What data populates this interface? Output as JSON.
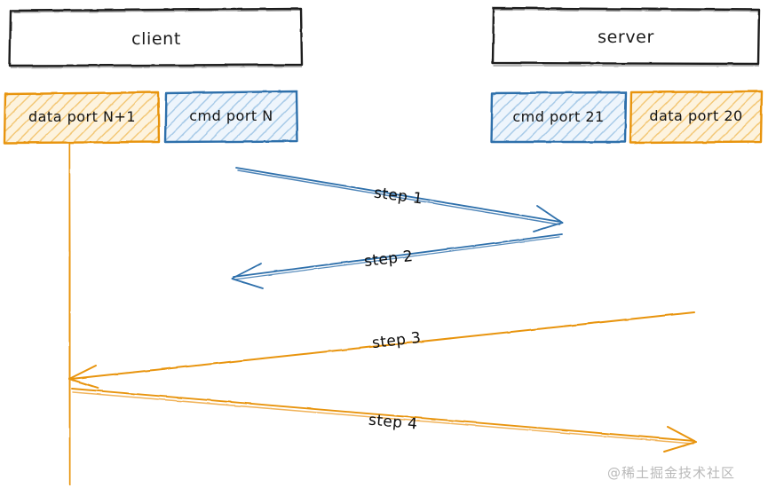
{
  "diagram": {
    "title_style": "hand-drawn sequence diagram",
    "colors": {
      "blue_stroke": "#2f6fab",
      "blue_fill": "#dce9f5",
      "orange_stroke": "#e8940f",
      "orange_fill": "#fdeecb",
      "black_stroke": "#1f1f1f",
      "text": "#111111",
      "watermark": "#bcbcbc",
      "background": "#ffffff"
    }
  },
  "headers": [
    {
      "id": "client",
      "label": "client"
    },
    {
      "id": "server",
      "label": "server"
    }
  ],
  "lifelines": [
    {
      "id": "client-data-port",
      "label": "data port N+1",
      "color": "orange",
      "side": "client"
    },
    {
      "id": "client-cmd-port",
      "label": "cmd port N",
      "color": "blue",
      "side": "client"
    },
    {
      "id": "server-cmd-port",
      "label": "cmd port 21",
      "color": "blue",
      "side": "server"
    },
    {
      "id": "server-data-port",
      "label": "data port 20",
      "color": "orange",
      "side": "server"
    }
  ],
  "messages": [
    {
      "id": "step-1",
      "label": "step 1",
      "from": "client-cmd-port",
      "to": "server-cmd-port",
      "direction": "right",
      "color": "blue"
    },
    {
      "id": "step-2",
      "label": "step 2",
      "from": "server-cmd-port",
      "to": "client-cmd-port",
      "direction": "left",
      "color": "blue"
    },
    {
      "id": "step-3",
      "label": "step 3",
      "from": "server-data-port",
      "to": "client-data-port",
      "direction": "left",
      "color": "orange"
    },
    {
      "id": "step-4",
      "label": "step 4",
      "from": "client-data-port",
      "to": "server-data-port",
      "direction": "right",
      "color": "orange"
    }
  ],
  "watermark": {
    "text": "@稀土掘金技术社区"
  }
}
